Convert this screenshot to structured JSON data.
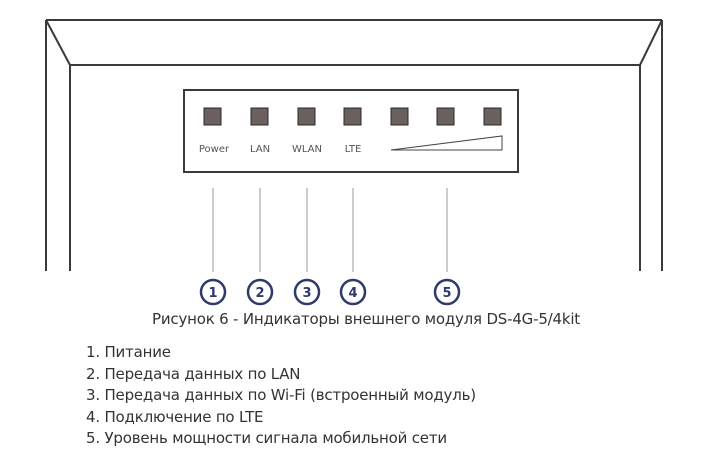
{
  "device": {
    "indicators": [
      {
        "label": "Power",
        "number": "1"
      },
      {
        "label": "LAN",
        "number": "2"
      },
      {
        "label": "WLAN",
        "number": "3"
      },
      {
        "label": "LTE",
        "number": "4"
      },
      {
        "label": "",
        "number": "5"
      }
    ],
    "colors": {
      "led": "#6b605d",
      "outline": "#3a3a3a",
      "callout": "#2e3a6c"
    }
  },
  "caption": "Рисунок 6 - Индикаторы внешнего модуля DS-4G-5/4kit",
  "legend": [
    "1. Питание",
    "2. Передача данных по LAN",
    "3. Передача данных по Wi-Fi (встроенный модуль)",
    "4. Подключение по LTE",
    "5. Уровень мощности сигнала мобильной сети"
  ]
}
